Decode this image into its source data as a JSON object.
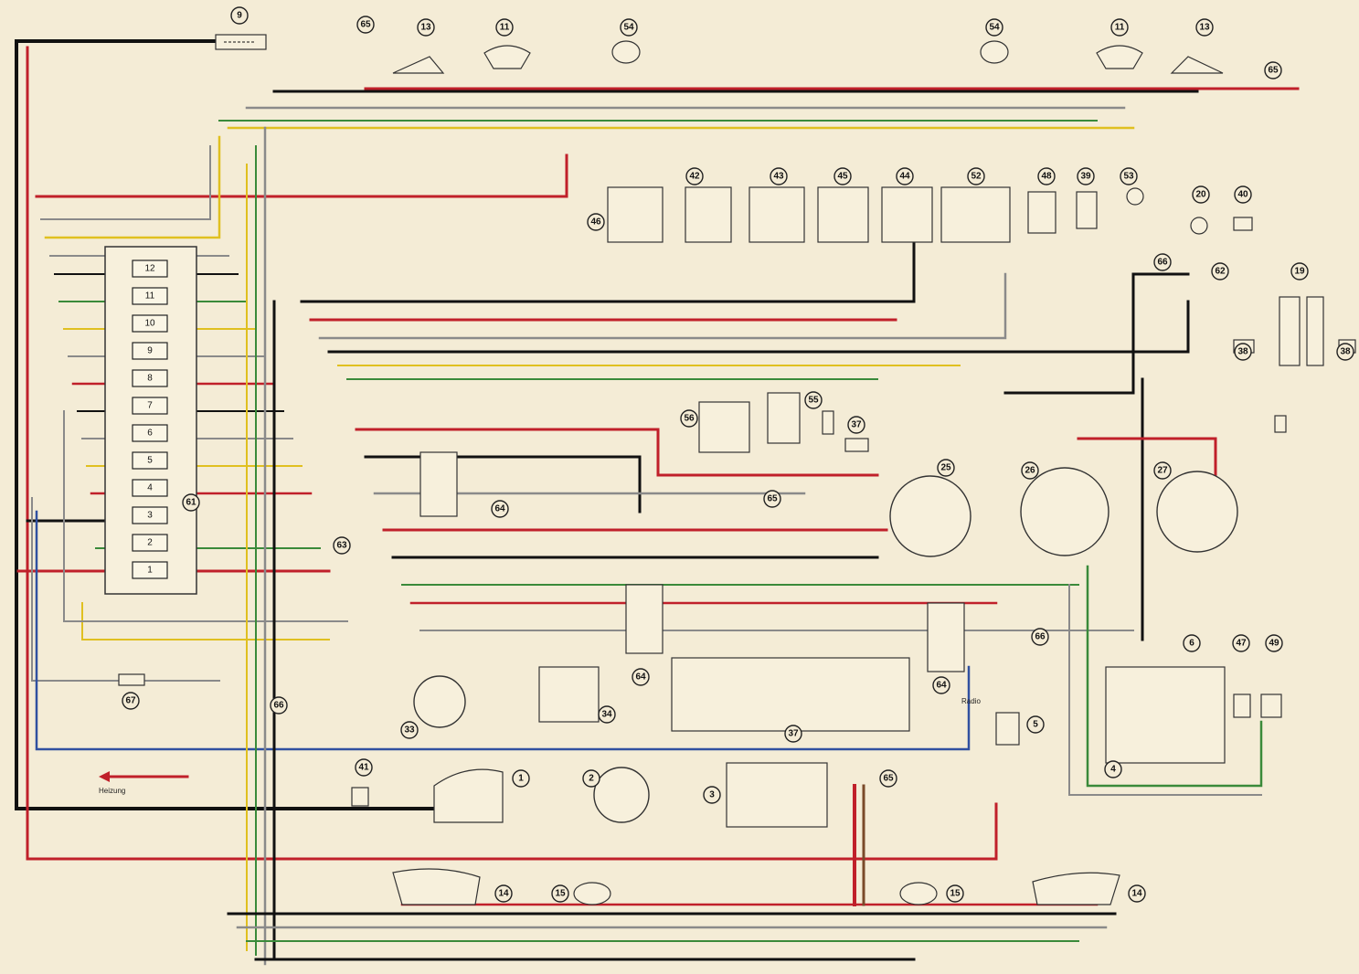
{
  "diagram": {
    "fuses": [
      "12",
      "11",
      "10",
      "9",
      "8",
      "7",
      "6",
      "5",
      "4",
      "3",
      "2",
      "1"
    ],
    "labels": {
      "heizung": "Heizung",
      "radio": "Radio"
    },
    "colors": {
      "background": "#f4ecd6",
      "black": "#111111",
      "red": "#c0202a",
      "brown": "#7a4a2a",
      "green": "#3a8a3a",
      "yellow": "#e0c020",
      "blue": "#3050a0",
      "grey": "#8a8a8a"
    }
  }
}
